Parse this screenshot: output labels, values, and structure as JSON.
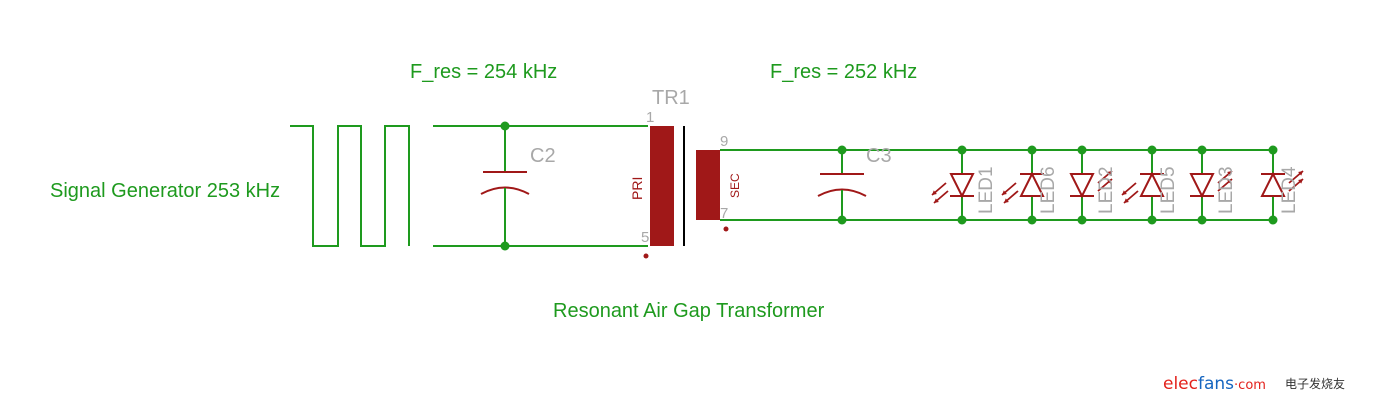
{
  "labels": {
    "source_freq": "F_res = 254 kHz",
    "load_freq": "F_res = 252 kHz",
    "signal_generator": "Signal Generator 253 kHz",
    "transformer_caption": "Resonant Air Gap Transformer"
  },
  "components": {
    "transformer": {
      "ref": "TR1",
      "primary_label": "PRI",
      "secondary_label": "SEC",
      "pins": {
        "p1": "1",
        "p5": "5",
        "p9": "9",
        "p7": "7"
      }
    },
    "capacitors": [
      "C2",
      "C3"
    ],
    "leds": [
      "LED1",
      "LED6",
      "LED2",
      "LED5",
      "LED3",
      "LED4"
    ]
  },
  "watermark": {
    "site_part1": "elec",
    "site_part2": "fans",
    "site_part3": "·com",
    "cn_text": "电子发烧友"
  },
  "colors": {
    "wire": "#1e9a1e",
    "part": "#a01818",
    "ref_text": "#a8a8a8",
    "watermark_red": "#e3211b",
    "watermark_blue": "#1565c0"
  }
}
